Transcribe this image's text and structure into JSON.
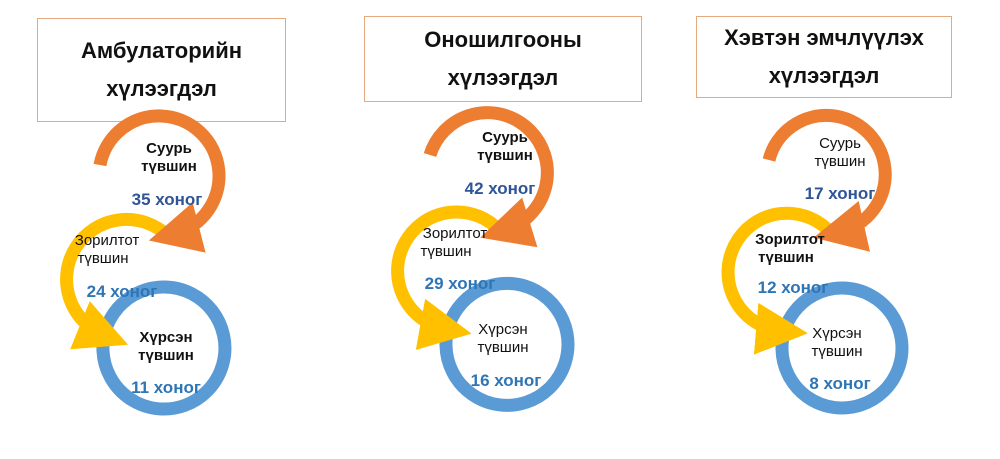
{
  "colors": {
    "orange": "#ed7d31",
    "yellow": "#ffc000",
    "blue": "#5b9bd5",
    "duration_dark_blue": "#2f5597",
    "duration_blue": "#2e75b6",
    "box_border": "#e4a97d"
  },
  "columns": [
    {
      "title_lines": [
        "Амбулаторийн",
        "хүлээгдэл"
      ],
      "levels": [
        {
          "line1": "Суурь",
          "line2": "түвшин",
          "duration": "35 хоног"
        },
        {
          "line1": "Зорилтот",
          "line2": "түвшин",
          "duration": "24 хоног"
        },
        {
          "line1": "Хүрсэн",
          "line2": "түвшин",
          "duration": "11 хоног"
        }
      ]
    },
    {
      "title_lines": [
        "Оношилгооны",
        "хүлээгдэл"
      ],
      "levels": [
        {
          "line1": "Суурь",
          "line2": "түвшин",
          "duration": "42 хоног"
        },
        {
          "line1": "Зорилтот",
          "line2": "түвшин",
          "duration": "29 хоног"
        },
        {
          "line1": "Хүрсэн",
          "line2": "түвшин",
          "duration": "16 хоног"
        }
      ]
    },
    {
      "title_lines": [
        "Хэвтэн эмчлүүлэх",
        "хүлээгдэл"
      ],
      "levels": [
        {
          "line1": "Суурь",
          "line2": "түвшин",
          "duration": "17 хоног"
        },
        {
          "line1": "Зорилтот",
          "line2": "түвшин",
          "duration": "12 хоног"
        },
        {
          "line1": "Хүрсэн",
          "line2": "түвшин",
          "duration": "8 хоног"
        }
      ]
    }
  ]
}
